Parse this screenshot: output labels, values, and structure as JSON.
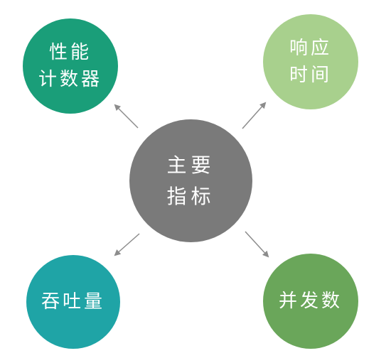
{
  "center": {
    "lines": [
      "主要",
      "指标"
    ],
    "color": "#7a7a7a"
  },
  "nodes": {
    "top_left": {
      "lines": [
        "性能",
        "计数器"
      ],
      "color": "#1a9e79"
    },
    "top_right": {
      "lines": [
        "响应",
        "时间"
      ],
      "color": "#a8d08d"
    },
    "bottom_left": {
      "lines": [
        "吞吐量"
      ],
      "color": "#1fa4a6"
    },
    "bottom_right": {
      "lines": [
        "并发数"
      ],
      "color": "#6aa65a"
    }
  },
  "arrow_color": "#8c8c8c"
}
